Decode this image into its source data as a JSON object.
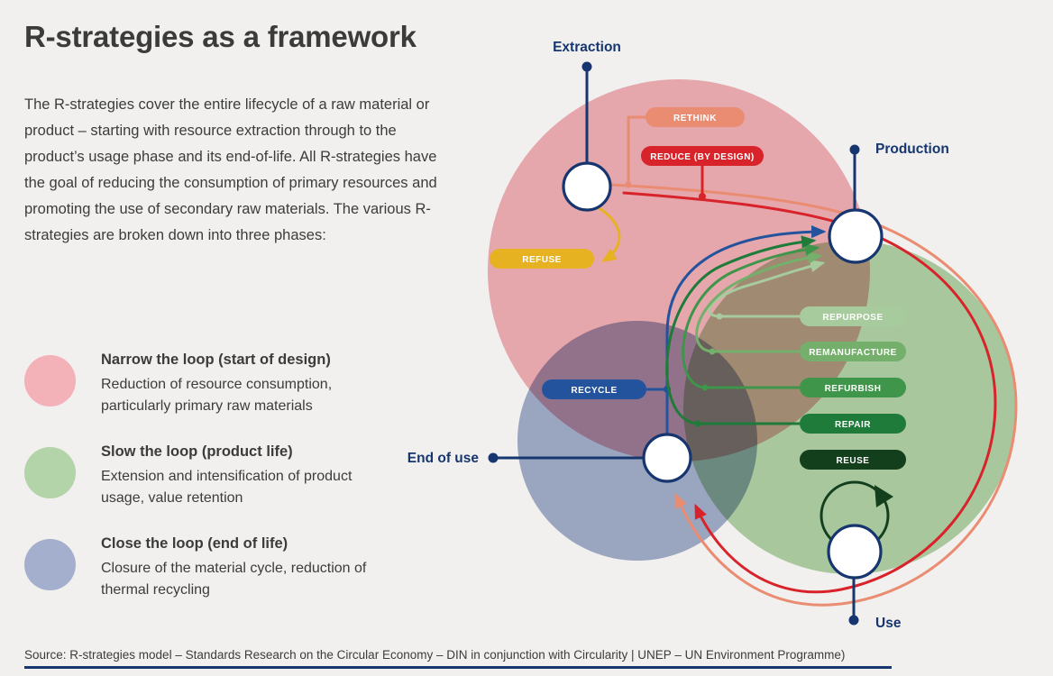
{
  "page": {
    "title": "R-strategies as a framework",
    "intro": "The R-strategies cover the entire lifecycle of a raw material or product – starting with resource extraction through to the product’s usage phase and its end-of-life. All R-strategies have the goal of reducing the consumption of primary resources and promoting the use of secondary raw materials. The various R-strategies are broken down into three phases:",
    "source": "Source: R-strategies model – Standards Research on the Circular Economy – DIN in conjunction with Circularity | UNEP – UN Environment Programme)"
  },
  "colors": {
    "navy_accent": "#17366F",
    "background": "#F1F0EE"
  },
  "legend": {
    "items": [
      {
        "color": "#F3B1B8",
        "title": "Narrow the loop (start of design)",
        "desc": "Reduction of resource consumption, particularly primary raw materials"
      },
      {
        "color": "#B2D4A8",
        "title": "Slow the loop (product life)",
        "desc": "Extension and intensification of product usage, value retention"
      },
      {
        "color": "#A3AFCD",
        "title": "Close the loop (end of life)",
        "desc": "Closure of the material cycle, reduction of thermal recycling"
      }
    ]
  },
  "diagram": {
    "nodes": [
      {
        "label": "Extraction"
      },
      {
        "label": "Production"
      },
      {
        "label": "End of use"
      },
      {
        "label": "Use"
      }
    ],
    "strategies": [
      {
        "label": "RETHINK",
        "color": "#EA8C72"
      },
      {
        "label": "REDUCE (BY DESIGN)",
        "color": "#D8232A"
      },
      {
        "label": "REFUSE",
        "color": "#E6B222"
      },
      {
        "label": "RECYCLE",
        "color": "#24539E"
      },
      {
        "label": "REPURPOSE",
        "color": "#A7CB9D"
      },
      {
        "label": "REMANUFACTURE",
        "color": "#74B06B"
      },
      {
        "label": "REFURBISH",
        "color": "#3F9549"
      },
      {
        "label": "REPAIR",
        "color": "#1E7B39"
      },
      {
        "label": "REUSE",
        "color": "#133F1D"
      }
    ]
  }
}
